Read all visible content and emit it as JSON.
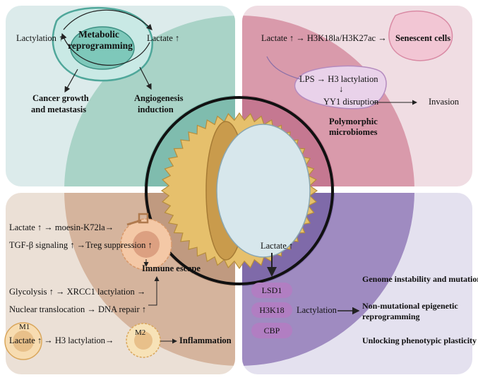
{
  "top_left": {
    "lactylation": "Lactylation ↑",
    "metabolic": "Metabolic",
    "reprogramming": "reprogramming",
    "lactate": "Lactate ↑",
    "cancer_line1": "Cancer growth",
    "cancer_line2": "and metastasis",
    "angio_line1": "Angiogenesis",
    "angio_line2": "induction"
  },
  "top_right": {
    "lactate_marks": "Lactate ↑ → H3K18la/H3K27ac →",
    "senescent": "Senescent cells",
    "lps": "LPS → H3 lactylation",
    "down_arrow": "↓",
    "yy1": "YY1 disruption",
    "invasion": "Invasion",
    "micro_line1": "Polymorphic",
    "micro_line2": "microbiomes"
  },
  "bottom_left": {
    "moesin": "Lactate ↑ → moesin-K72la→",
    "tgf": "TGF-β signaling ↑ →Treg suppression ↑",
    "immune": "Immune escape",
    "glycolysis": "Glycolysis ↑ → XRCC1 lactylation →",
    "nuclear": "Nuclear translocation → DNA repair ↑",
    "m1": "M1",
    "m2": "M2",
    "h3": "Lactate ↑ → H3 lactylation→",
    "inflammation": "Inflammation"
  },
  "bottom_right": {
    "lactate": "Lactate ↑",
    "lsd1": "LSD1",
    "h3k18": "H3K18",
    "cbp": "CBP",
    "lactylation": "Lactylation",
    "genome": "Genome instability and mutation",
    "epi_line1": "Non-mutational epigenetic",
    "epi_line2": "reprogramming",
    "plasticity": "Unlocking phenotypic plasticity"
  },
  "colors": {
    "teal_panel": "#dcebeb",
    "teal_circle": "#a9d3c7",
    "pink_panel": "#f0dde3",
    "pink_circle": "#d99aab",
    "tan_panel": "#ebe0d6",
    "tan_circle": "#d5b49d",
    "lavender_panel": "#e4e1ef",
    "purple_circle": "#9f8bc1",
    "cell_gold": "#e6c06c",
    "nucleus": "#d7e7ec"
  }
}
